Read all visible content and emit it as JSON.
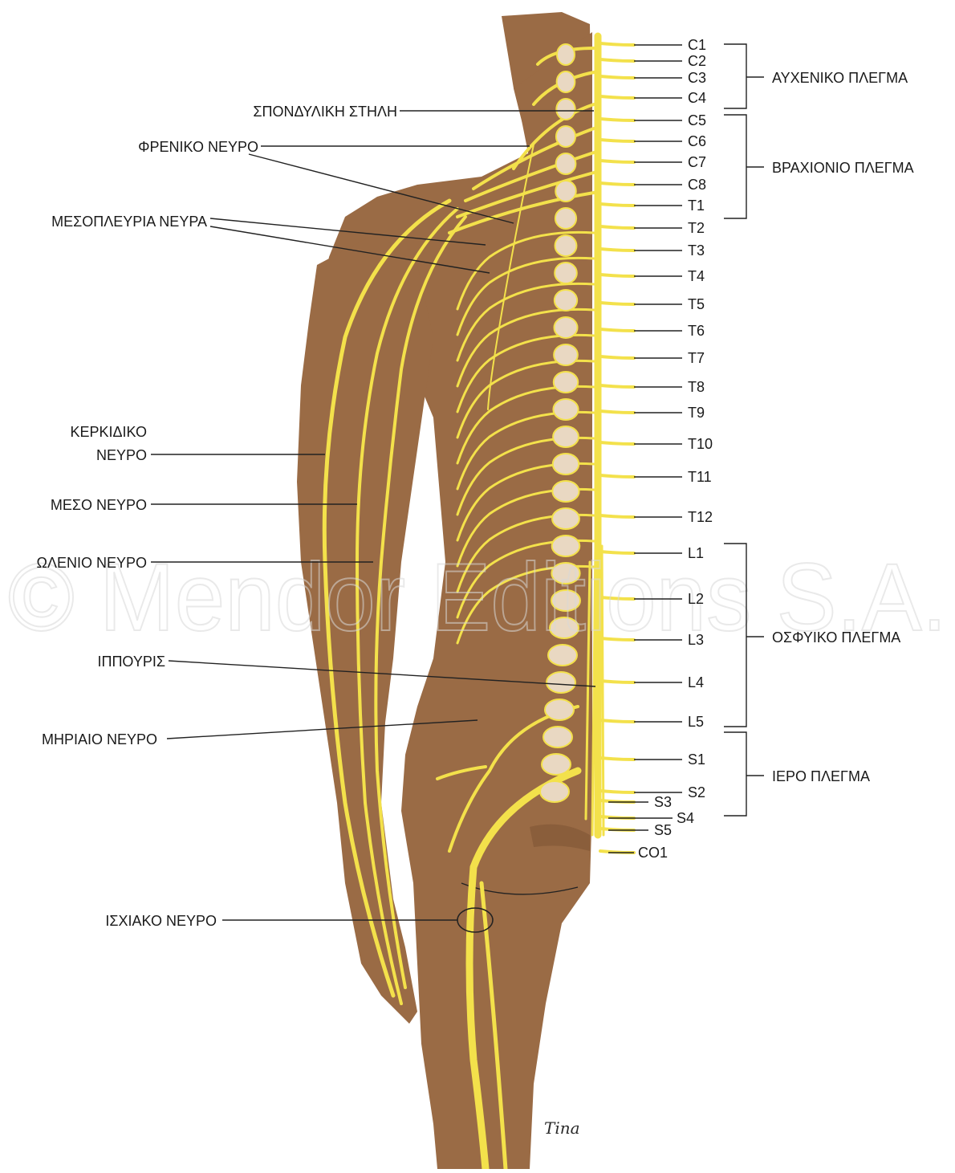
{
  "colors": {
    "skin": "#9a6b45",
    "skin_shadow": "#7c5333",
    "nerve": "#f3e14b",
    "vertebra": "#e9d8c2",
    "text": "#1a1a1a"
  },
  "left_labels": {
    "spine": "ΣΠΟΝΔΥΛΙΚΗ ΣΤΗΛΗ",
    "phrenic": "ΦΡΕΝΙΚΟ ΝΕΥΡΟ",
    "intercostal": "ΜΕΣΟΠΛΕΥΡΙΑ ΝΕΥΡΑ",
    "radial_1": "ΚΕΡΚΙΔΙΚΟ",
    "radial_2": "ΝΕΥΡΟ",
    "median": "ΜΕΣΟ ΝΕΥΡΟ",
    "ulnar": "ΩΛΕΝΙΟ ΝΕΥΡΟ",
    "cauda": "ΙΠΠΟΥΡΙΣ",
    "femoral": "ΜΗΡΙΑΙΟ ΝΕΥΡΟ",
    "sciatic": "ΙΣΧΙΑΚΟ ΝΕΥΡΟ"
  },
  "segments": [
    "C1",
    "C2",
    "C3",
    "C4",
    "C5",
    "C6",
    "C7",
    "C8",
    "T1",
    "T2",
    "T3",
    "T4",
    "T5",
    "T6",
    "T7",
    "T8",
    "T9",
    "T10",
    "T11",
    "T12",
    "L1",
    "L2",
    "L3",
    "L4",
    "L5",
    "S1",
    "S2",
    "S3",
    "S4",
    "S5",
    "CO1"
  ],
  "plexuses": {
    "cervical": "ΑΥΧΕΝΙΚΟ ΠΛΕΓΜΑ",
    "brachial": "ΒΡΑΧΙΟΝΙΟ ΠΛΕΓΜΑ",
    "lumbar": "ΟΣΦΥΙΚΟ ΠΛΕΓΜΑ",
    "sacral": "ΙΕΡΟ ΠΛΕΓΜΑ"
  },
  "watermark": "© Mendor Editions S.A.",
  "signature": "Tina"
}
